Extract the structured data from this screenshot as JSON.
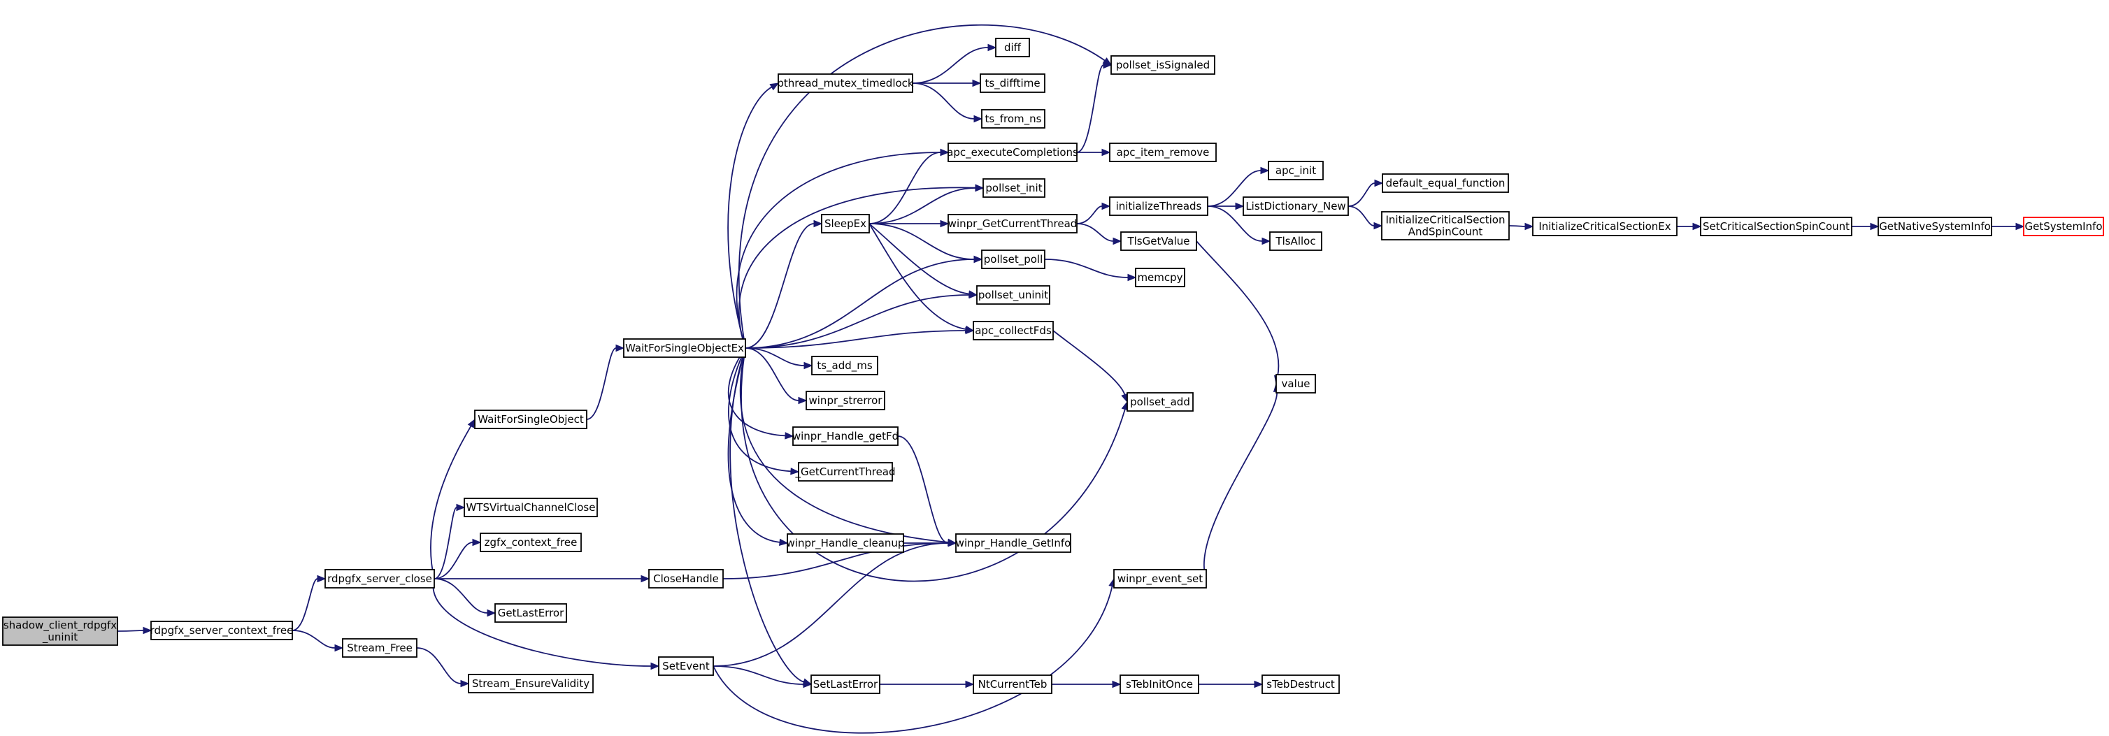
{
  "graph": {
    "colors": {
      "edge": "#191970",
      "node_border": "#000000",
      "root_fill": "#bfbfbf",
      "truncated_border": "#ff0000"
    },
    "nodes": [
      {
        "id": "shadow_client_rdpgfx_uninit",
        "lines": [
          "shadow_client_rdpgfx",
          "_uninit"
        ],
        "kind": "root"
      },
      {
        "id": "rdpgfx_server_context_free",
        "lines": [
          "rdpgfx_server_context_free"
        ]
      },
      {
        "id": "rdpgfx_server_close",
        "lines": [
          "rdpgfx_server_close"
        ]
      },
      {
        "id": "Stream_Free",
        "lines": [
          "Stream_Free"
        ]
      },
      {
        "id": "Stream_EnsureValidity",
        "lines": [
          "Stream_EnsureValidity"
        ]
      },
      {
        "id": "WaitForSingleObject",
        "lines": [
          "WaitForSingleObject"
        ]
      },
      {
        "id": "WTSVirtualChannelClose",
        "lines": [
          "WTSVirtualChannelClose"
        ]
      },
      {
        "id": "zgfx_context_free",
        "lines": [
          "zgfx_context_free"
        ]
      },
      {
        "id": "GetLastError",
        "lines": [
          "GetLastError"
        ]
      },
      {
        "id": "CloseHandle",
        "lines": [
          "CloseHandle"
        ]
      },
      {
        "id": "SetEvent",
        "lines": [
          "SetEvent"
        ]
      },
      {
        "id": "WaitForSingleObjectEx",
        "lines": [
          "WaitForSingleObjectEx"
        ]
      },
      {
        "id": "pthread_mutex_timedlock",
        "lines": [
          "pthread_mutex_timedlock"
        ]
      },
      {
        "id": "diff",
        "lines": [
          "diff"
        ]
      },
      {
        "id": "ts_difftime",
        "lines": [
          "ts_difftime"
        ]
      },
      {
        "id": "ts_from_ns",
        "lines": [
          "ts_from_ns"
        ]
      },
      {
        "id": "pollset_isSignaled",
        "lines": [
          "pollset_isSignaled"
        ]
      },
      {
        "id": "apc_executeCompletions",
        "lines": [
          "apc_executeCompletions"
        ]
      },
      {
        "id": "apc_item_remove",
        "lines": [
          "apc_item_remove"
        ]
      },
      {
        "id": "pollset_init",
        "lines": [
          "pollset_init"
        ]
      },
      {
        "id": "SleepEx",
        "lines": [
          "SleepEx"
        ]
      },
      {
        "id": "winpr_GetCurrentThread",
        "lines": [
          "winpr_GetCurrentThread"
        ]
      },
      {
        "id": "initializeThreads",
        "lines": [
          "initializeThreads"
        ]
      },
      {
        "id": "apc_init",
        "lines": [
          "apc_init"
        ]
      },
      {
        "id": "ListDictionary_New",
        "lines": [
          "ListDictionary_New"
        ]
      },
      {
        "id": "default_equal_function",
        "lines": [
          "default_equal_function"
        ]
      },
      {
        "id": "InitializeCriticalSectionAndSpinCount",
        "lines": [
          "InitializeCriticalSection",
          "AndSpinCount"
        ]
      },
      {
        "id": "InitializeCriticalSectionEx",
        "lines": [
          "InitializeCriticalSectionEx"
        ]
      },
      {
        "id": "SetCriticalSectionSpinCount",
        "lines": [
          "SetCriticalSectionSpinCount"
        ]
      },
      {
        "id": "GetNativeSystemInfo",
        "lines": [
          "GetNativeSystemInfo"
        ]
      },
      {
        "id": "GetSystemInfo",
        "lines": [
          "GetSystemInfo"
        ],
        "kind": "truncated"
      },
      {
        "id": "TlsAlloc",
        "lines": [
          "TlsAlloc"
        ]
      },
      {
        "id": "TlsGetValue",
        "lines": [
          "TlsGetValue"
        ]
      },
      {
        "id": "pollset_poll",
        "lines": [
          "pollset_poll"
        ]
      },
      {
        "id": "memcpy",
        "lines": [
          "memcpy"
        ]
      },
      {
        "id": "pollset_uninit",
        "lines": [
          "pollset_uninit"
        ]
      },
      {
        "id": "apc_collectFds",
        "lines": [
          "apc_collectFds"
        ]
      },
      {
        "id": "ts_add_ms",
        "lines": [
          "ts_add_ms"
        ]
      },
      {
        "id": "winpr_strerror",
        "lines": [
          "winpr_strerror"
        ]
      },
      {
        "id": "pollset_add",
        "lines": [
          "pollset_add"
        ]
      },
      {
        "id": "value",
        "lines": [
          "value"
        ]
      },
      {
        "id": "winpr_Handle_getFd",
        "lines": [
          "winpr_Handle_getFd"
        ]
      },
      {
        "id": "_GetCurrentThread",
        "lines": [
          "_GetCurrentThread"
        ]
      },
      {
        "id": "winpr_Handle_cleanup",
        "lines": [
          "winpr_Handle_cleanup"
        ]
      },
      {
        "id": "winpr_Handle_GetInfo",
        "lines": [
          "winpr_Handle_GetInfo"
        ]
      },
      {
        "id": "winpr_event_set",
        "lines": [
          "winpr_event_set"
        ]
      },
      {
        "id": "SetLastError",
        "lines": [
          "SetLastError"
        ]
      },
      {
        "id": "NtCurrentTeb",
        "lines": [
          "NtCurrentTeb"
        ]
      },
      {
        "id": "sTebInitOnce",
        "lines": [
          "sTebInitOnce"
        ]
      },
      {
        "id": "sTebDestruct",
        "lines": [
          "sTebDestruct"
        ]
      }
    ],
    "edges": [
      [
        "shadow_client_rdpgfx_uninit",
        "rdpgfx_server_context_free"
      ],
      [
        "rdpgfx_server_context_free",
        "rdpgfx_server_close"
      ],
      [
        "rdpgfx_server_context_free",
        "Stream_Free"
      ],
      [
        "Stream_Free",
        "Stream_EnsureValidity"
      ],
      [
        "rdpgfx_server_close",
        "WaitForSingleObject"
      ],
      [
        "rdpgfx_server_close",
        "WTSVirtualChannelClose"
      ],
      [
        "rdpgfx_server_close",
        "zgfx_context_free"
      ],
      [
        "rdpgfx_server_close",
        "CloseHandle"
      ],
      [
        "rdpgfx_server_close",
        "GetLastError"
      ],
      [
        "rdpgfx_server_close",
        "SetEvent"
      ],
      [
        "WaitForSingleObject",
        "WaitForSingleObjectEx"
      ],
      [
        "WaitForSingleObjectEx",
        "pollset_isSignaled"
      ],
      [
        "WaitForSingleObjectEx",
        "pthread_mutex_timedlock"
      ],
      [
        "WaitForSingleObjectEx",
        "apc_executeCompletions"
      ],
      [
        "WaitForSingleObjectEx",
        "pollset_init"
      ],
      [
        "WaitForSingleObjectEx",
        "SleepEx"
      ],
      [
        "WaitForSingleObjectEx",
        "pollset_poll"
      ],
      [
        "WaitForSingleObjectEx",
        "pollset_uninit"
      ],
      [
        "WaitForSingleObjectEx",
        "apc_collectFds"
      ],
      [
        "WaitForSingleObjectEx",
        "ts_add_ms"
      ],
      [
        "WaitForSingleObjectEx",
        "winpr_strerror"
      ],
      [
        "WaitForSingleObjectEx",
        "winpr_Handle_getFd"
      ],
      [
        "WaitForSingleObjectEx",
        "_GetCurrentThread"
      ],
      [
        "WaitForSingleObjectEx",
        "winpr_Handle_cleanup"
      ],
      [
        "WaitForSingleObjectEx",
        "winpr_Handle_GetInfo"
      ],
      [
        "WaitForSingleObjectEx",
        "pollset_add"
      ],
      [
        "WaitForSingleObjectEx",
        "SetLastError"
      ],
      [
        "pthread_mutex_timedlock",
        "diff"
      ],
      [
        "pthread_mutex_timedlock",
        "ts_difftime"
      ],
      [
        "pthread_mutex_timedlock",
        "ts_from_ns"
      ],
      [
        "apc_executeCompletions",
        "pollset_isSignaled"
      ],
      [
        "apc_executeCompletions",
        "apc_item_remove"
      ],
      [
        "SleepEx",
        "apc_executeCompletions"
      ],
      [
        "SleepEx",
        "pollset_init"
      ],
      [
        "SleepEx",
        "winpr_GetCurrentThread"
      ],
      [
        "SleepEx",
        "pollset_poll"
      ],
      [
        "SleepEx",
        "pollset_uninit"
      ],
      [
        "SleepEx",
        "apc_collectFds"
      ],
      [
        "winpr_GetCurrentThread",
        "initializeThreads"
      ],
      [
        "winpr_GetCurrentThread",
        "TlsGetValue"
      ],
      [
        "initializeThreads",
        "apc_init"
      ],
      [
        "initializeThreads",
        "ListDictionary_New"
      ],
      [
        "initializeThreads",
        "TlsAlloc"
      ],
      [
        "ListDictionary_New",
        "default_equal_function"
      ],
      [
        "ListDictionary_New",
        "InitializeCriticalSectionAndSpinCount"
      ],
      [
        "InitializeCriticalSectionAndSpinCount",
        "InitializeCriticalSectionEx"
      ],
      [
        "InitializeCriticalSectionEx",
        "SetCriticalSectionSpinCount"
      ],
      [
        "SetCriticalSectionSpinCount",
        "GetNativeSystemInfo"
      ],
      [
        "GetNativeSystemInfo",
        "GetSystemInfo"
      ],
      [
        "TlsGetValue",
        "value"
      ],
      [
        "pollset_poll",
        "memcpy"
      ],
      [
        "apc_collectFds",
        "pollset_add"
      ],
      [
        "winpr_Handle_getFd",
        "winpr_Handle_GetInfo"
      ],
      [
        "winpr_Handle_cleanup",
        "winpr_Handle_GetInfo"
      ],
      [
        "CloseHandle",
        "winpr_Handle_GetInfo"
      ],
      [
        "SetEvent",
        "winpr_Handle_GetInfo"
      ],
      [
        "SetEvent",
        "SetLastError"
      ],
      [
        "SetEvent",
        "winpr_event_set"
      ],
      [
        "winpr_event_set",
        "value"
      ],
      [
        "SetLastError",
        "NtCurrentTeb"
      ],
      [
        "NtCurrentTeb",
        "sTebInitOnce"
      ],
      [
        "sTebInitOnce",
        "sTebDestruct"
      ]
    ]
  }
}
